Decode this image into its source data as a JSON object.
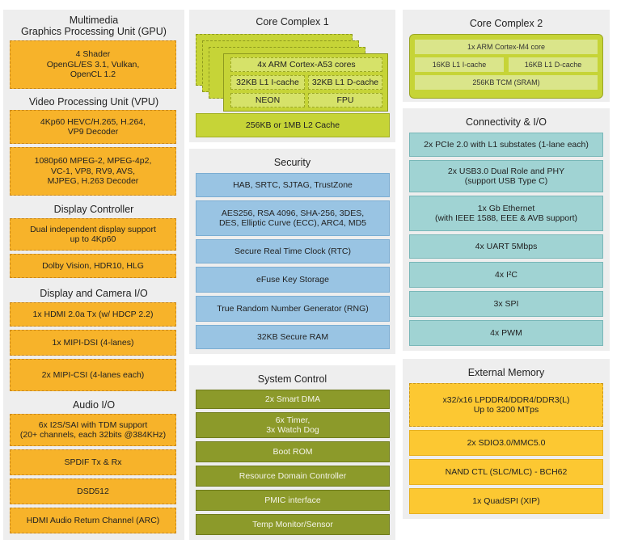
{
  "gpu": {
    "title": "Multimedia\nGraphics Processing Unit (GPU)",
    "block": "4 Shader\nOpenGL/ES 3.1, Vulkan,\nOpenCL 1.2"
  },
  "vpu": {
    "title": "Video Processing Unit (VPU)",
    "blocks": [
      "4Kp60 HEVC/H.265, H.264,\nVP9 Decoder",
      "1080p60 MPEG-2, MPEG-4p2,\nVC-1, VP8, RV9, AVS,\nMJPEG, H.263 Decoder"
    ]
  },
  "display": {
    "title": "Display Controller",
    "blocks": [
      "Dual independent display support\nup to 4Kp60",
      "Dolby Vision, HDR10, HLG"
    ]
  },
  "dcio": {
    "title": "Display and Camera I/O",
    "blocks": [
      "1x HDMI 2.0a Tx (w/ HDCP 2.2)",
      "1x MIPI-DSI (4-lanes)",
      "2x MIPI-CSI (4-lanes each)"
    ]
  },
  "audio": {
    "title": "Audio I/O",
    "blocks": [
      "6x I2S/SAI with TDM support\n(20+ channels, each 32bits @384KHz)",
      "SPDIF Tx & Rx",
      "DSD512",
      "HDMI Audio Return Channel (ARC)"
    ]
  },
  "cc1": {
    "title": "Core Complex 1",
    "cores": "4x ARM Cortex-A53 cores",
    "icache": "32KB L1 I-cache",
    "dcache": "32KB L1 D-cache",
    "neon": "NEON",
    "fpu": "FPU",
    "l2": "256KB or 1MB L2 Cache"
  },
  "security": {
    "title": "Security",
    "blocks": [
      "HAB, SRTC, SJTAG, TrustZone",
      "AES256, RSA 4096, SHA-256, 3DES,\nDES, Elliptic Curve (ECC), ARC4, MD5",
      "Secure Real Time Clock (RTC)",
      "eFuse Key Storage",
      "True Random Number Generator (RNG)",
      "32KB Secure RAM"
    ]
  },
  "sysctl": {
    "title": "System Control",
    "blocks": [
      "2x Smart DMA",
      "6x Timer,\n3x Watch Dog",
      "Boot ROM",
      "Resource Domain Controller",
      "PMIC interface",
      "Temp Monitor/Sensor"
    ]
  },
  "cc2": {
    "title": "Core Complex 2",
    "core": "1x ARM Cortex-M4 core",
    "icache": "16KB L1  I-cache",
    "dcache": "16KB L1  D-cache",
    "tcm": "256KB TCM (SRAM)"
  },
  "conn": {
    "title": "Connectivity & I/O",
    "blocks": [
      "2x PCIe 2.0 with L1 substates (1-lane each)",
      "2x USB3.0 Dual Role and PHY\n(support USB Type C)",
      "1x Gb Ethernet\n(with IEEE 1588, EEE & AVB support)",
      "4x UART 5Mbps",
      "4x I²C",
      "3x SPI",
      "4x PWM"
    ]
  },
  "extmem": {
    "title": "External Memory",
    "blocks": [
      "x32/x16 LPDDR4/DDR4/DDR3(L)\nUp to 3200 MTps",
      "2x SDIO3.0/MMC5.0",
      "NAND CTL (SLC/MLC) - BCH62",
      "1x QuadSPI (XIP)"
    ]
  }
}
